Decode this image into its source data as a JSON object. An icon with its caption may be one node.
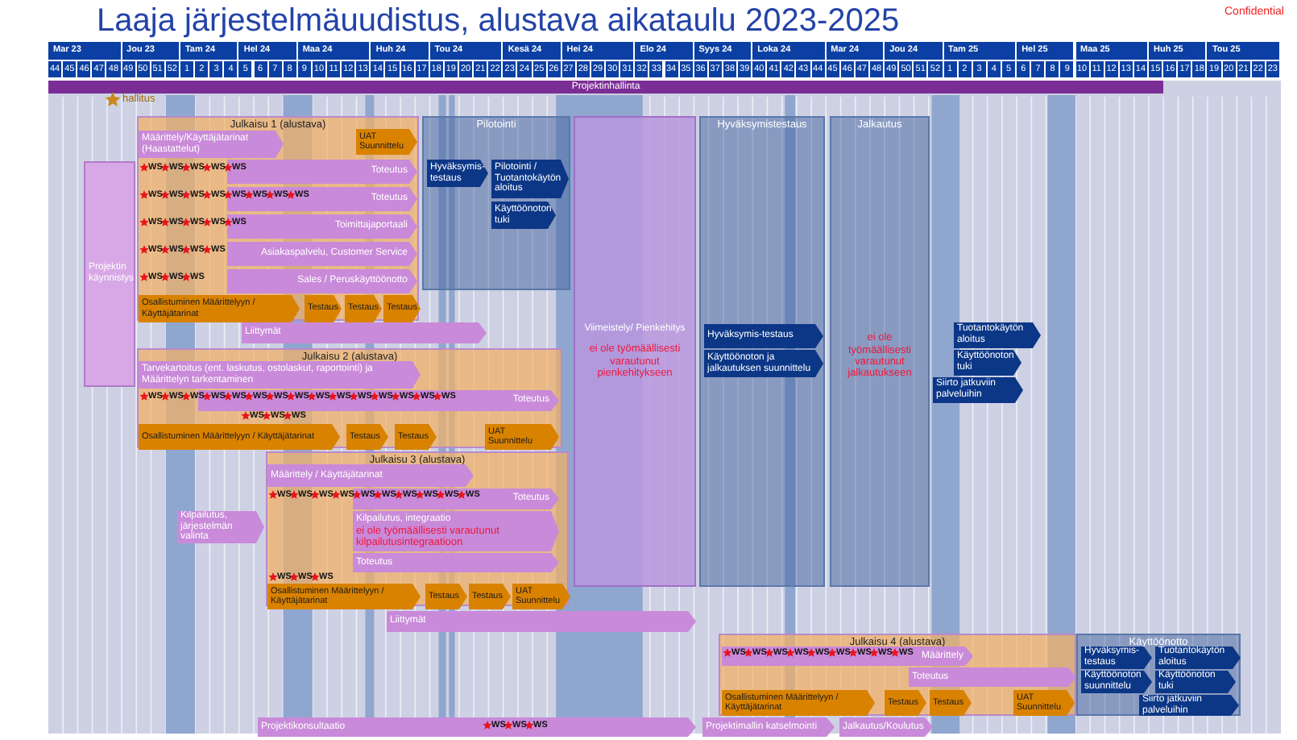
{
  "diagram": {
    "title": "Laaja järjestelmäuudistus, alustava aikataulu 2023-2025",
    "nodes": [
      {
        "text": [
          "Projektinhallinta"
        ]
      },
      {
        "text": [
          "Julkaisu 1 (alustava)"
        ]
      },
      {
        "text": [
          "Määrittely/Käyttäjätarinat (Haastattelut)"
        ],
        "in": 1
      },
      {
        "text": [
          "UAT Suunnittelu"
        ],
        "in": 1
      },
      {
        "text": [
          "Toteutus"
        ],
        "in": 1
      },
      {
        "text": [
          "Toteutus"
        ],
        "in": 1
      },
      {
        "text": [
          "Toimittajaportaali"
        ],
        "in": 1
      },
      {
        "text": [
          "Asiakaspalvelu, Customer Service"
        ],
        "in": 1
      },
      {
        "text": [
          "Sales / Peruskäyttöönotto"
        ],
        "in": 1
      },
      {
        "text": [
          "Osallistuminen Määrittelyyn / Käyttäjätarinat"
        ],
        "in": 1
      },
      {
        "text": [
          "Testaus"
        ],
        "in": 1
      },
      {
        "text": [
          "Testaus"
        ],
        "in": 1
      },
      {
        "text": [
          "Testaus"
        ],
        "in": 1
      },
      {
        "text": [
          "Projektin käynnistys"
        ]
      },
      {
        "text": [
          "Liittymät"
        ]
      },
      {
        "text": [
          "Pilotointi"
        ]
      },
      {
        "text": [
          "Hyväksymis-testaus"
        ],
        "in": 15
      },
      {
        "text": [
          "Pilotointi / Tuotantokäytön aloitus"
        ],
        "in": 15
      },
      {
        "text": [
          "Käyttöönoton tuki"
        ],
        "in": 15
      },
      {
        "text": [
          "Viimeistely/ Pienkehitys",
          "ei ole työmäällisesti varautunut pienkehitykseen"
        ]
      },
      {
        "text": [
          "Hyväksymistestaus"
        ]
      },
      {
        "text": [
          "Hyväksymis-testaus"
        ],
        "in": 20
      },
      {
        "text": [
          "Käyttöönoton ja jalkautuksen suunnittelu"
        ],
        "in": 20
      },
      {
        "text": [
          "Jalkautus",
          "ei ole työmäällisesti varautunut jalkautukseen"
        ]
      },
      {
        "text": [
          "Tuotantokäytön aloitus"
        ]
      },
      {
        "text": [
          "Käyttöönoton tuki"
        ]
      },
      {
        "text": [
          "Siirto jatkuviin palveluihin"
        ]
      },
      {
        "text": [
          "Julkaisu 2 (alustava)"
        ]
      },
      {
        "text": [
          "Tarvekartoitus (ent. laskutus, ostolaskut, raportointi) ja Määrittelyn tarkentaminen"
        ],
        "in": 27
      },
      {
        "text": [
          "Toteutus"
        ],
        "in": 27
      },
      {
        "text": [
          "Osallistuminen Määrittelyyn / Käyttäjätarinat"
        ],
        "in": 27
      },
      {
        "text": [
          "Testaus"
        ],
        "in": 27
      },
      {
        "text": [
          "Testaus"
        ],
        "in": 27
      },
      {
        "text": [
          "UAT Suunnittelu"
        ],
        "in": 27
      },
      {
        "text": [
          "Julkaisu 3 (alustava)"
        ]
      },
      {
        "text": [
          "Määrittely / Käyttäjätarinat"
        ],
        "in": 34
      },
      {
        "text": [
          "Toteutus"
        ],
        "in": 34
      },
      {
        "text": [
          "Kilpailutus, integraatio",
          "ei ole työmäällisesti varautunut kilpailutusintegraatioon"
        ],
        "in": 34
      },
      {
        "text": [
          "Toteutus"
        ],
        "in": 34
      },
      {
        "text": [
          "Osallistuminen Määrittelyyn / Käyttäjätarinat"
        ],
        "in": 34
      },
      {
        "text": [
          "Testaus"
        ],
        "in": 34
      },
      {
        "text": [
          "Testaus"
        ],
        "in": 34
      },
      {
        "text": [
          "UAT Suunnittelu"
        ],
        "in": 34
      },
      {
        "text": [
          "Kilpailutus, järjestelmän valinta"
        ]
      },
      {
        "text": [
          "Liittymät"
        ]
      },
      {
        "text": [
          "Julkaisu 4 (alustava)"
        ]
      },
      {
        "text": [
          "Määrittely"
        ],
        "in": 45
      },
      {
        "text": [
          "Toteutus"
        ],
        "in": 45
      },
      {
        "text": [
          "Osallistuminen Määrittelyyn / Käyttäjätarinat"
        ],
        "in": 45
      },
      {
        "text": [
          "Testaus"
        ],
        "in": 45
      },
      {
        "text": [
          "Testaus"
        ],
        "in": 45
      },
      {
        "text": [
          "UAT Suunnittelu"
        ],
        "in": 45
      },
      {
        "text": [
          "Käyttöönotto"
        ]
      },
      {
        "text": [
          "Hyväksymis-testaus"
        ],
        "in": 52
      },
      {
        "text": [
          "Tuotantokäytön aloitus"
        ],
        "in": 52
      },
      {
        "text": [
          "Käyttöönoton suunnittelu"
        ],
        "in": 52
      },
      {
        "text": [
          "Käyttöönoton tuki"
        ],
        "in": 52
      },
      {
        "text": [
          "Siirto jatkuviin palveluihin"
        ],
        "in": 52
      },
      {
        "text": [
          "Projektikonsultaatio"
        ]
      },
      {
        "text": [
          "Projektimallin katselmointi"
        ]
      },
      {
        "text": [
          "Jalkautus/Koulutus"
        ]
      }
    ],
    "labels": [
      "Confidential",
      "Mar 23",
      "Jou 23",
      "Tam 24",
      "Hel 24",
      "Maa 24",
      "Huh 24",
      "Tou 24",
      "Kesä 24",
      "Hei 24",
      "Elo 24",
      "Syys 24",
      "Loka 24",
      "Mar 24",
      "Jou 24",
      "Tam 25",
      "Hel 25",
      "Maa 25",
      "Huh 25",
      "Tou 25",
      "44",
      "45",
      "46",
      "47",
      "48",
      "49",
      "50",
      "51",
      "52",
      "1",
      "2",
      "3",
      "4",
      "5",
      "6",
      "7",
      "8",
      "9",
      "10",
      "11",
      "12",
      "13",
      "14",
      "15",
      "16",
      "17",
      "18",
      "19",
      "20",
      "21",
      "22",
      "23",
      "24",
      "25",
      "26",
      "27",
      "28",
      "29",
      "30",
      "31",
      "32",
      "33",
      "34",
      "35",
      "36",
      "37",
      "38",
      "39",
      "40",
      "41",
      "42",
      "43",
      "44",
      "45",
      "46",
      "47",
      "48",
      "49",
      "50",
      "51",
      "52",
      "1",
      "2",
      "3",
      "4",
      "5",
      "6",
      "7",
      "8",
      "9",
      "10",
      "11",
      "12",
      "13",
      "14",
      "15",
      "16",
      "17",
      "18",
      "19",
      "20",
      "21",
      "22",
      "23",
      "hallitus",
      "WS",
      "WS",
      "WS",
      "WS",
      "WS",
      "WS",
      "WS",
      "WS",
      "WS",
      "WS",
      "WS",
      "WS",
      "WS",
      "WS",
      "WS",
      "WS",
      "WS",
      "WS",
      "WS",
      "WS",
      "WS",
      "WS",
      "WS",
      "WS",
      "WS",
      "WS",
      "WS",
      "WS",
      "WS",
      "WS",
      "WS",
      "WS",
      "WS",
      "WS",
      "WS",
      "WS",
      "WS",
      "WS",
      "WS",
      "WS",
      "WS",
      "WS",
      "WS",
      "WS",
      "WS",
      "WS",
      "WS",
      "WS",
      "WS",
      "WS",
      "WS",
      "WS",
      "WS",
      "WS",
      "WS",
      "WS",
      "WS",
      "WS",
      "WS",
      "WS",
      "WS",
      "WS",
      "WS",
      "WS",
      "WS",
      "WS",
      "WS",
      "WS"
    ]
  }
}
